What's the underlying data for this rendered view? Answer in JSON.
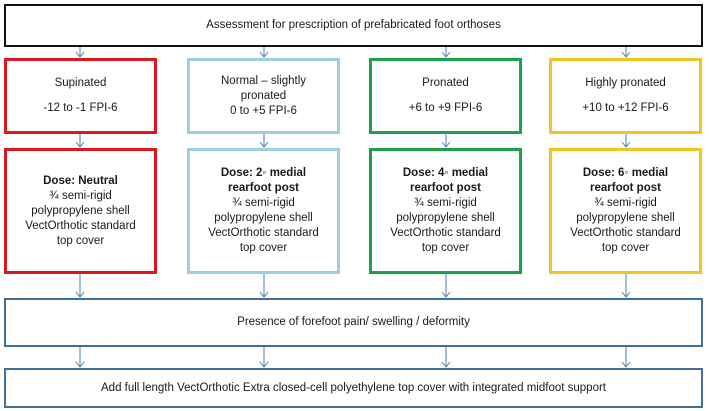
{
  "title": "Assessment for prescription of prefabricated foot orthoses",
  "columns": [
    {
      "category": "Supinated",
      "range": "-12 to -1 FPI-6",
      "dose_label": "Dose: Neutral",
      "dose_lines": [
        "¾ semi-rigid",
        "polypropylene shell",
        "VectOrthotic standard",
        "top cover"
      ],
      "border_color": "#d9191f"
    },
    {
      "category": "Normal – slightly pronated",
      "range": "0 to +5 FPI-6",
      "dose_label": "Dose: 2◦ medial rearfoot post",
      "dose_lines": [
        "¾ semi-rigid",
        "polypropylene shell",
        "VectOrthotic standard",
        "top cover"
      ],
      "border_color": "#9ccfe0"
    },
    {
      "category": "Pronated",
      "range": "+6 to +9 FPI-6",
      "dose_label": "Dose: 4◦ medial rearfoot post",
      "dose_lines": [
        "¾ semi-rigid",
        "polypropylene shell",
        "VectOrthotic standard",
        "top cover"
      ],
      "border_color": "#1aa14a"
    },
    {
      "category": "Highly pronated",
      "range": "+10 to +12 FPI-6",
      "dose_label": "Dose: 6◦ medial rearfoot post",
      "dose_lines": [
        "¾ semi-rigid",
        "polypropylene shell",
        "VectOrthotic standard",
        "top cover"
      ],
      "border_color": "#f2c521"
    }
  ],
  "forefoot_check": "Presence of forefoot pain/ swelling / deformity",
  "final_step": "Add full length VectOrthotic Extra closed-cell polyethylene top cover with integrated midfoot support",
  "arrow_color": "#4a7fb5"
}
